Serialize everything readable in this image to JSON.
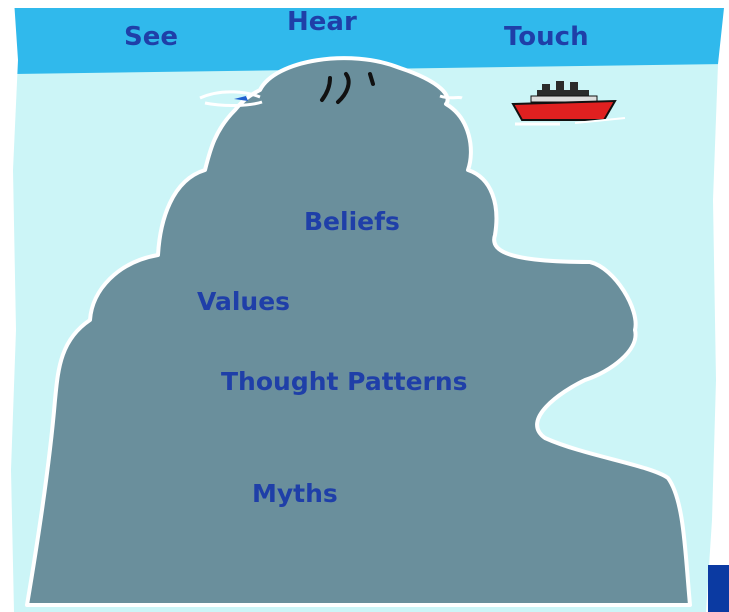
{
  "surface": {
    "see": "See",
    "hear": "Hear",
    "touch": "Touch"
  },
  "below_surface": {
    "beliefs": "Beliefs",
    "values": "Values",
    "thought_patterns": "Thought Patterns",
    "myths": "Myths"
  },
  "colors": {
    "sky": "#30b9ec",
    "water": "#ccf5f7",
    "iceberg": "#6a8f9c",
    "text": "#1f3fa8",
    "ship_hull": "#e02020",
    "corner_block": "#0b3aa2"
  },
  "icons": {
    "ship": "ship-icon",
    "face": "face-icon"
  }
}
